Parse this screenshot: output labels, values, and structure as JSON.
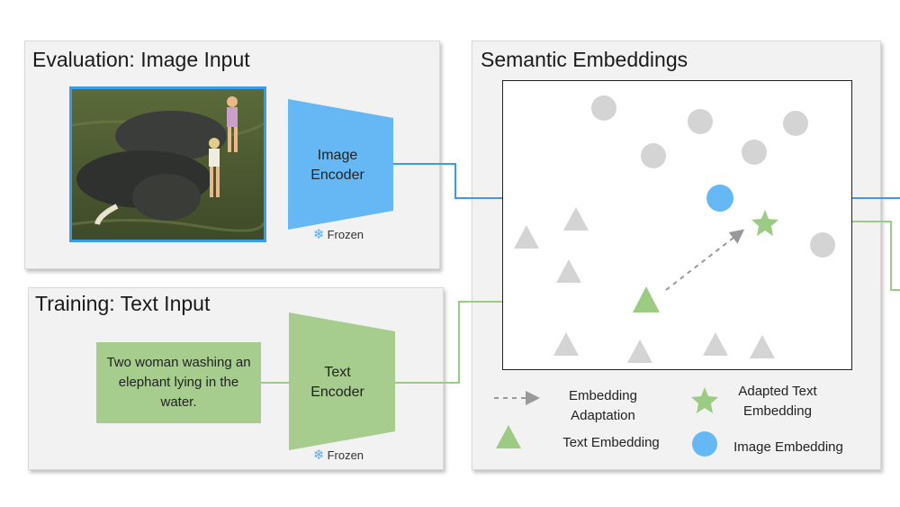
{
  "panels": {
    "evaluation": {
      "title": "Evaluation: Image Input"
    },
    "training": {
      "title": "Training: Text Input"
    },
    "semantic": {
      "title": "Semantic Embeddings"
    }
  },
  "image_encoder": {
    "label": "Image\nEncoder",
    "frozen": "Frozen",
    "color": "#66b8f5"
  },
  "text_encoder": {
    "label": "Text\nEncoder",
    "frozen": "Frozen",
    "color": "#a6cc8e"
  },
  "text_input": {
    "caption": "Two woman washing an elephant lying in the water."
  },
  "legend": {
    "adaptation": "Embedding\nAdaptation",
    "adapted_text": "Adapted Text\nEmbedding",
    "text_embedding": "Text Embedding",
    "image_embedding": "Image Embedding"
  },
  "colors": {
    "image_blue": "#3a9be8",
    "text_green": "#9ccb84",
    "neutral_gray": "#d4d4d4",
    "panel_bg": "#f2f2f2"
  }
}
